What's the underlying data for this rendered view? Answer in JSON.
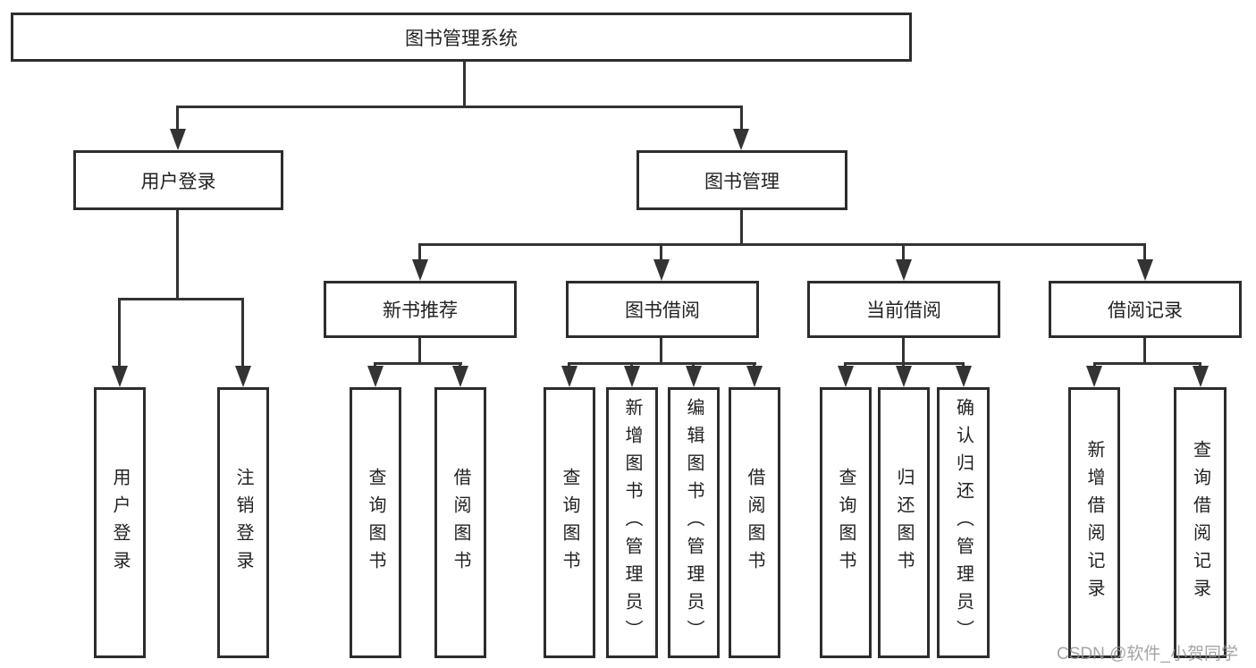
{
  "diagram": {
    "root": {
      "label": "图书管理系统"
    },
    "level2": [
      {
        "label": "用户登录"
      },
      {
        "label": "图书管理"
      }
    ],
    "level3": [
      {
        "label": "新书推荐"
      },
      {
        "label": "图书借阅"
      },
      {
        "label": "当前借阅"
      },
      {
        "label": "借阅记录"
      }
    ],
    "leaves": {
      "user_login": [
        "用户登录",
        "注销登录"
      ],
      "new_books": [
        "查询图书",
        "借阅图书"
      ],
      "book_borrow": [
        "查询图书",
        "新增图书（管理员）",
        "编辑图书（管理员）",
        "借阅图书"
      ],
      "current_borrow": [
        "查询图书",
        "归还图书",
        "确认归还（管理员）"
      ],
      "borrow_records": [
        "新增借阅记录",
        "查询借阅记录"
      ]
    }
  },
  "watermark": {
    "text": "CSDN @软件_小贺同学"
  },
  "colors": {
    "line": "#333333",
    "box_border": "#2d2d2d",
    "text": "#222222",
    "background": "#ffffff",
    "watermark": "#949494"
  }
}
